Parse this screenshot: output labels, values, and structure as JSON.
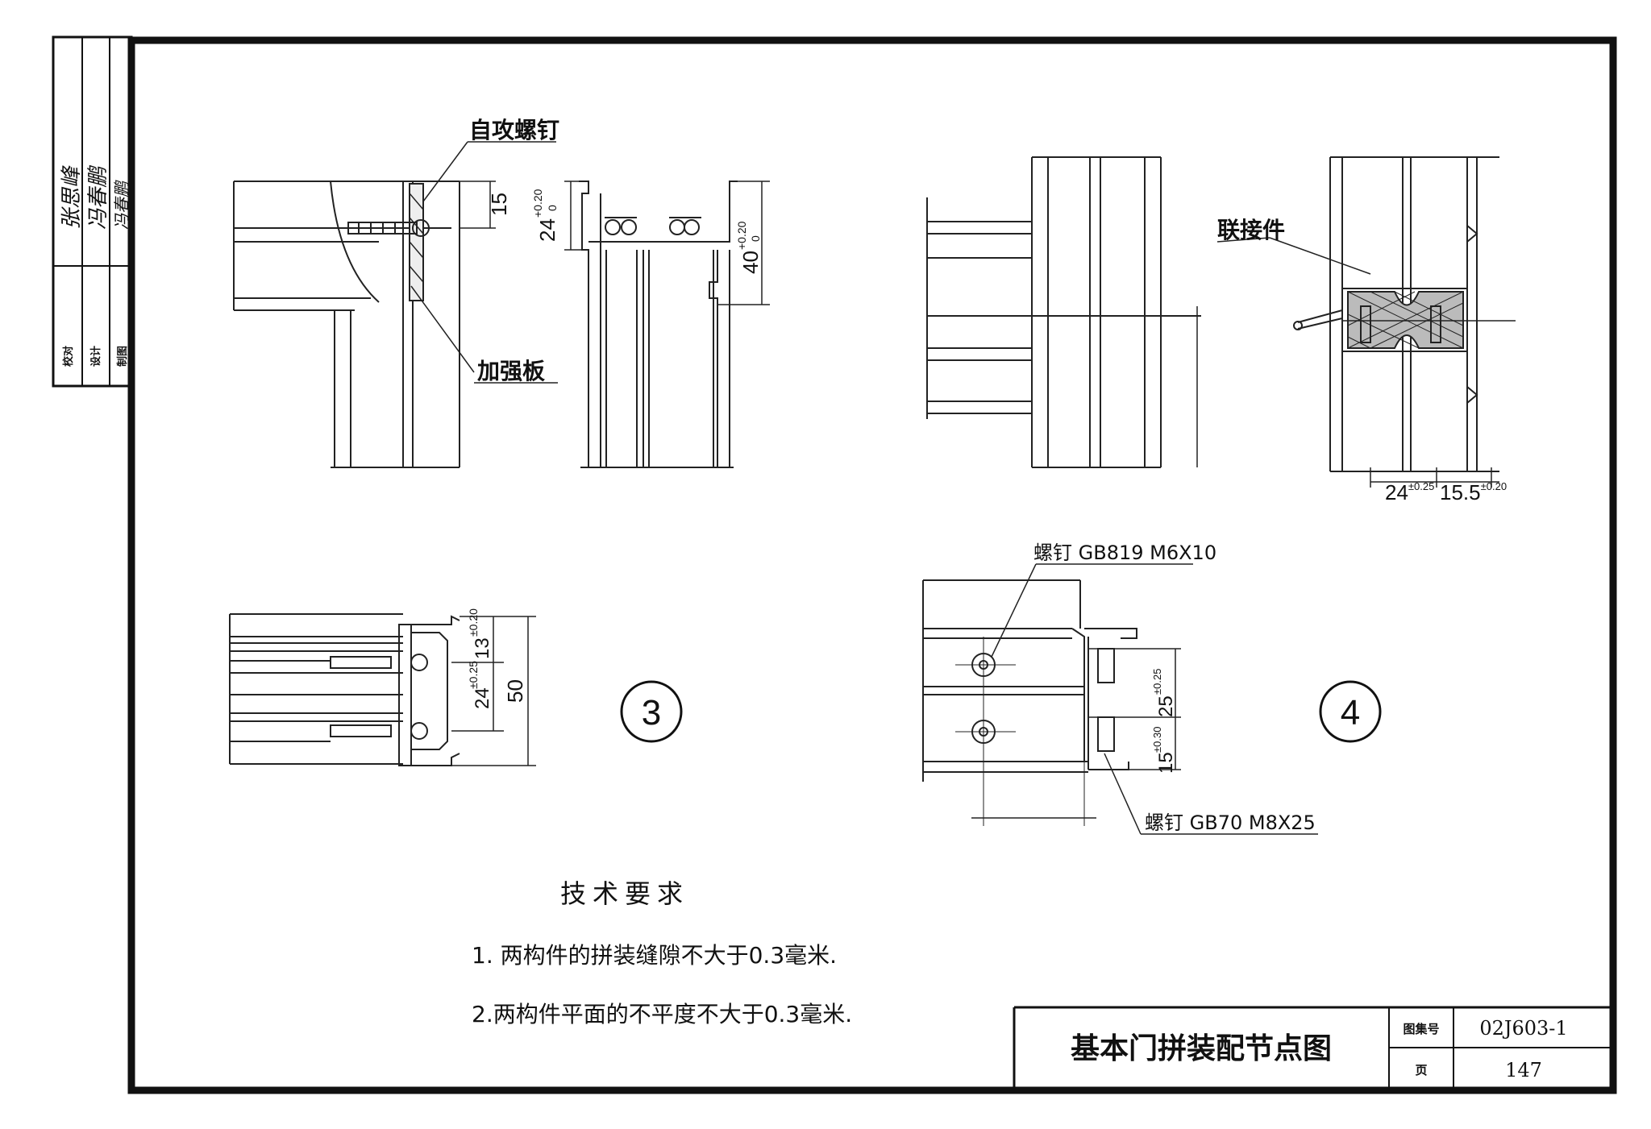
{
  "side_stamp": {
    "rows": [
      "校对",
      "设计",
      "制图"
    ],
    "signatures": [
      "张思峰",
      "冯春鹏",
      "冯春鹏"
    ]
  },
  "drawing3": {
    "top_left": {
      "label_screw": "自攻螺钉",
      "label_plate": "加强板",
      "dim_15": "15"
    },
    "top_right": {
      "dim_24": "24",
      "dim_24_tol_up": "+0.20",
      "dim_24_tol_low": "0",
      "dim_40": "40",
      "dim_40_tol_up": "+0.20",
      "dim_40_tol_low": "0"
    },
    "bottom": {
      "dim_13": "13",
      "dim_13_tol": "±0.20",
      "dim_24": "24",
      "dim_24_tol": "±0.25",
      "dim_50": "50"
    },
    "circle_label": "3"
  },
  "drawing4": {
    "label_connector": "联接件",
    "dim_24": "24",
    "dim_24_tol": "±0.25",
    "dim_155": "15.5",
    "dim_155_tol": "±0.20",
    "label_screw_top": "螺钉 GB819  M6X10",
    "label_screw_bottom": "螺钉 GB70  M8X25",
    "dim_25": "25",
    "dim_25_tol": "±0.25",
    "dim_15": "15",
    "dim_15_tol": "±0.30",
    "circle_label": "4"
  },
  "tech": {
    "title": "技术要求",
    "items": [
      "1. 两构件的拼装缝隙不大于0.3毫米.",
      "2.两构件平面的不平度不大于0.3毫米."
    ]
  },
  "title_block": {
    "name": "基本门拼装配节点图",
    "atlas_label": "图集号",
    "atlas_no": "02J603-1",
    "page_label": "页",
    "page_no": "147"
  }
}
